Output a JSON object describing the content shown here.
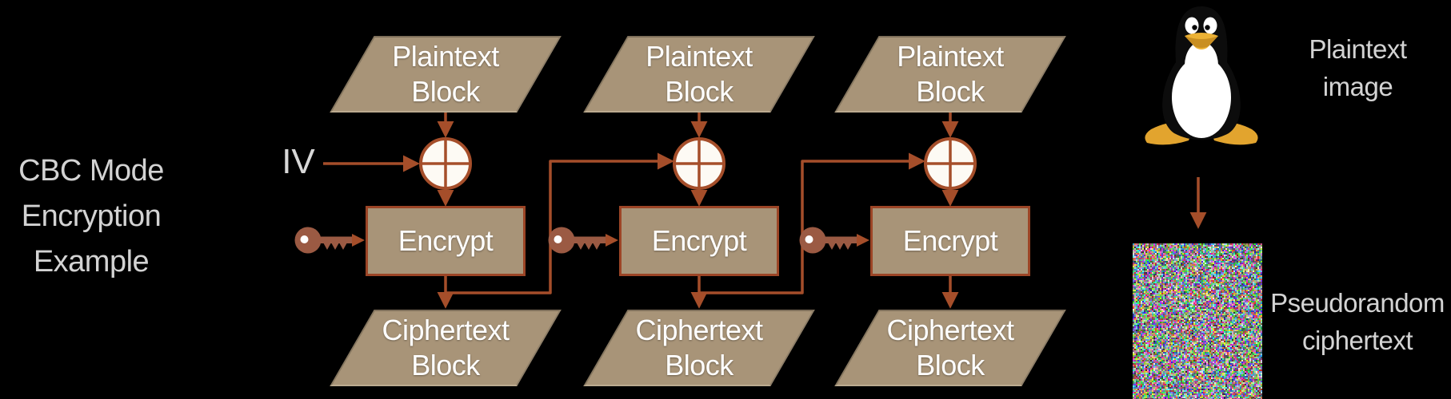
{
  "title": {
    "lines": [
      "CBC Mode",
      "Encryption",
      "Example"
    ]
  },
  "iv_label": "IV",
  "columns": [
    {
      "plaintext_lines": [
        "Plaintext",
        "Block"
      ],
      "encrypt_label": "Encrypt",
      "ciphertext_lines": [
        "Ciphertext",
        "Block"
      ]
    },
    {
      "plaintext_lines": [
        "Plaintext",
        "Block"
      ],
      "encrypt_label": "Encrypt",
      "ciphertext_lines": [
        "Ciphertext",
        "Block"
      ]
    },
    {
      "plaintext_lines": [
        "Plaintext",
        "Block"
      ],
      "encrypt_label": "Encrypt",
      "ciphertext_lines": [
        "Ciphertext",
        "Block"
      ]
    }
  ],
  "right_panel": {
    "plaintext_caption_lines": [
      "Plaintext",
      "image"
    ],
    "ciphertext_caption_lines": [
      "Pseudorandom",
      "ciphertext"
    ],
    "plaintext_image_icon": "tux-penguin",
    "ciphertext_image_icon": "random-noise"
  },
  "icons": {
    "xor": "xor-circle-plus",
    "key": "encryption-key"
  },
  "colors": {
    "background": "#000000",
    "shape_fill": "#a89478",
    "shape_border": "#8d7e68",
    "accent_rust": "#a54e2a",
    "encrypt_border": "#9c4526",
    "key_brown": "#9b5a43",
    "muted_text": "#d3d3d3",
    "shape_text": "#ffffff",
    "xor_fill": "#fdfaf4",
    "tux_yellow": "#e2a42e"
  }
}
